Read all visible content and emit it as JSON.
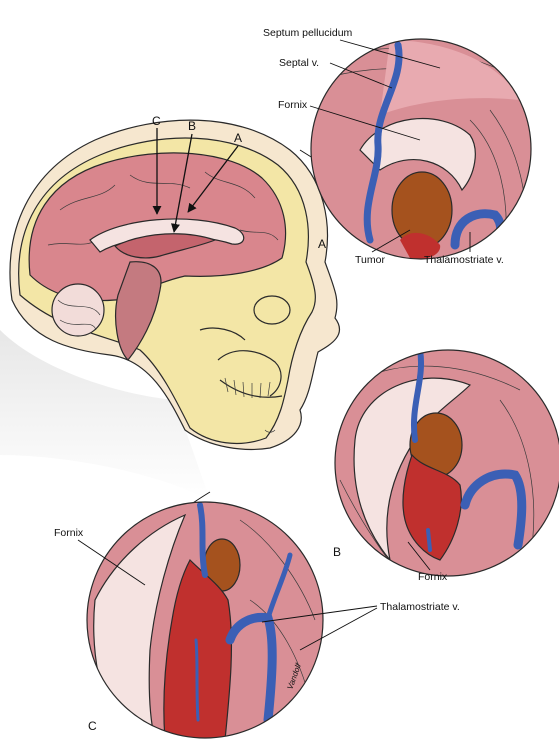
{
  "labels": {
    "septum_pellucidum": "Septum pellucidum",
    "septal_v": "Septal v.",
    "fornix_a": "Fornix",
    "tumor": "Tumor",
    "thalamostriate_a": "Thalamostriate v.",
    "fornix_b": "Fornix",
    "fornix_c": "Fornix",
    "thalamostriate_c": "Thalamostriate v."
  },
  "panel_letters": {
    "a": "A",
    "b": "B",
    "c": "C"
  },
  "arrow_letters": {
    "a": "A",
    "b": "B",
    "c": "C"
  },
  "signature": "Vandolf",
  "colors": {
    "ventricle_wall": "#d98f96",
    "ventricle_light": "#eebcc0",
    "fornix_white": "#f5e3e1",
    "vein_blue": "#3b5fb5",
    "tumor_brown": "#a5521e",
    "tumor_red": "#c0302e",
    "skull_yellow": "#f3e6a6",
    "brain_pink": "#d9868d"
  }
}
